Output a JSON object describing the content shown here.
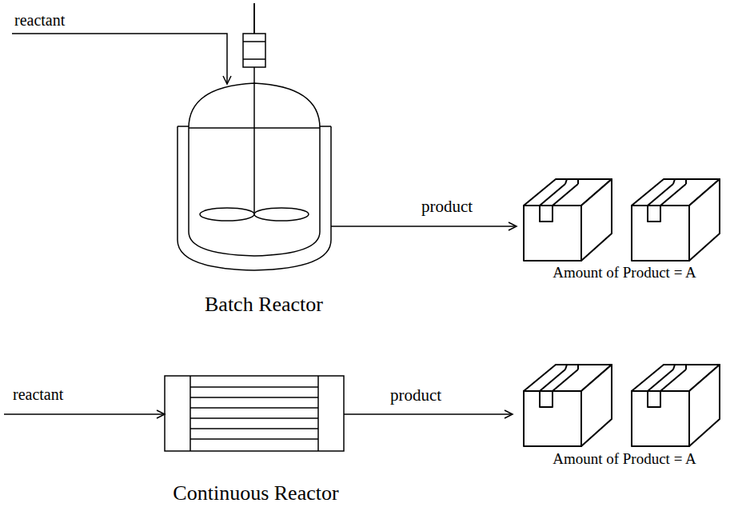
{
  "diagram": {
    "labels": [
      "reactant",
      "product",
      "Amount of Product = A",
      "Batch Reactor",
      "reactant",
      "product",
      "Amount of Product = A",
      "Continuous Reactor"
    ]
  }
}
